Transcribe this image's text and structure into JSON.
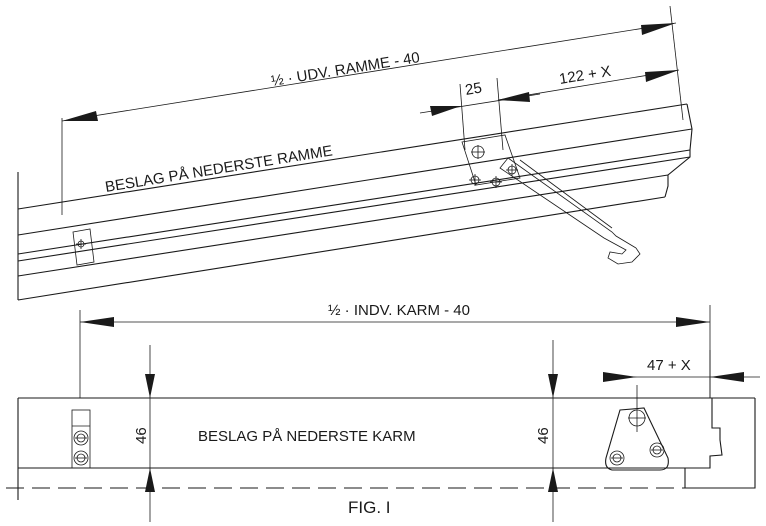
{
  "top_view": {
    "dim_overall": "½ · UDV. RAMME - 40",
    "dim_small": "25",
    "dim_offset": "122 + X",
    "part_label": "BESLAG PÅ NEDERSTE RAMME"
  },
  "bottom_view": {
    "dim_overall": "½ · INDV. KARM - 40",
    "dim_height_left": "46",
    "dim_height_right": "46",
    "dim_offset": "47 + X",
    "part_label": "BESLAG PÅ NEDERSTE KARM"
  },
  "figure_caption": "FIG. I"
}
